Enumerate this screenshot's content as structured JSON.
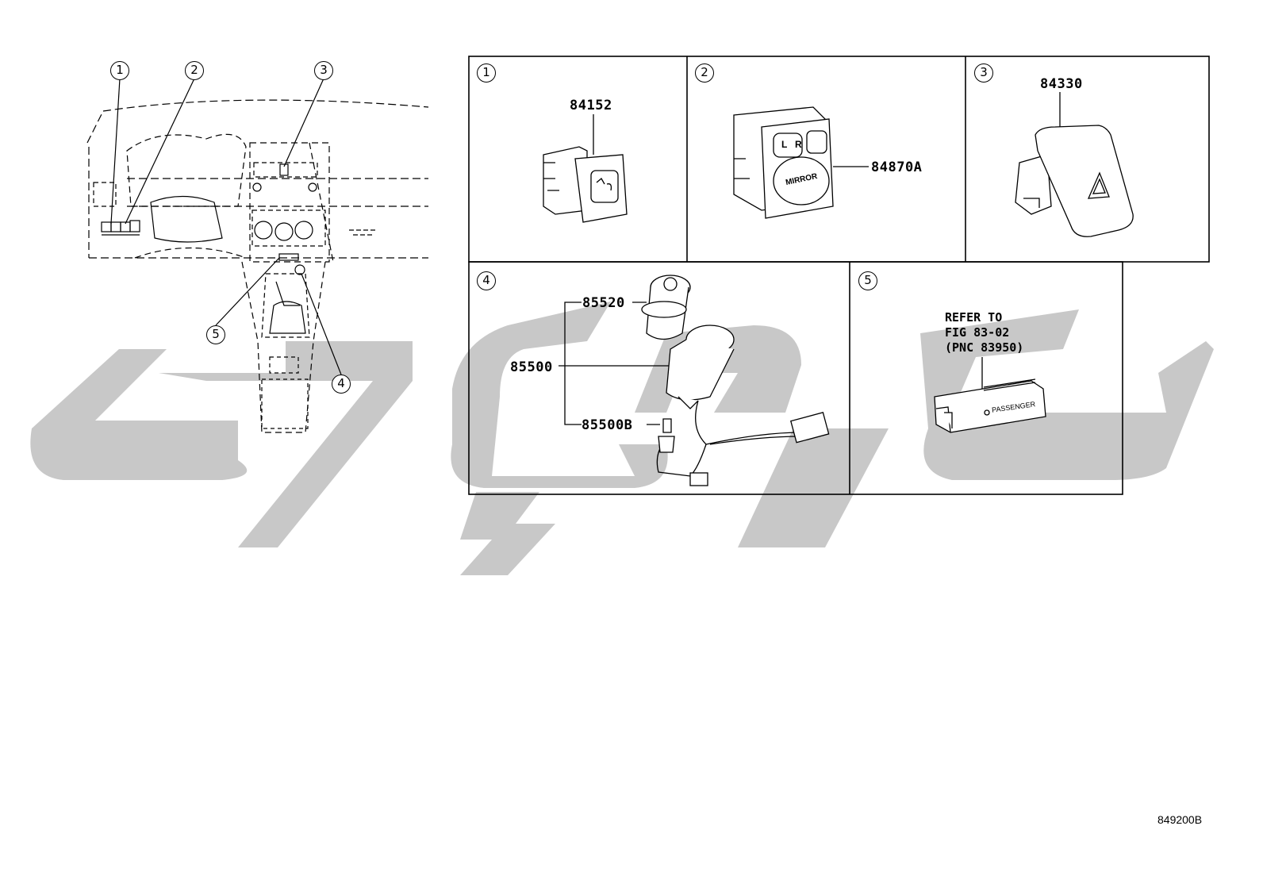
{
  "overview": {
    "callouts": [
      "1",
      "2",
      "3",
      "4",
      "5"
    ]
  },
  "panels": [
    {
      "index": "1",
      "parts": [
        "84152"
      ]
    },
    {
      "index": "2",
      "parts": [
        "84870A"
      ],
      "switch_labels": [
        "L",
        "R",
        "MIRROR"
      ]
    },
    {
      "index": "3",
      "parts": [
        "84330"
      ]
    },
    {
      "index": "4",
      "parts": [
        "85520",
        "85500",
        "85500B"
      ]
    },
    {
      "index": "5",
      "parts": [],
      "note": [
        "REFER TO",
        "FIG 83-02",
        "(PNC 83950)"
      ],
      "switch_label": "PASSENGER"
    }
  ],
  "figure_code": "849200B",
  "colors": {
    "line": "#000000",
    "watermark": "#c8c8c8",
    "background": "#ffffff"
  }
}
